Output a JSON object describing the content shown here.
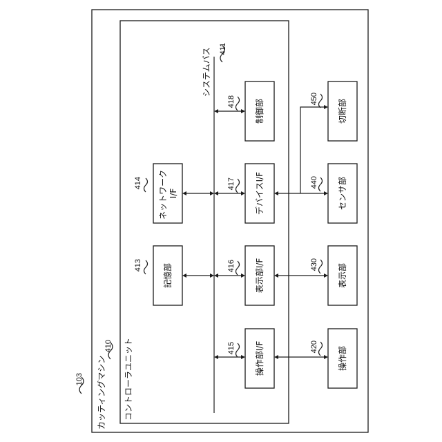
{
  "title": "",
  "machine": {
    "ref": "103",
    "label": "カッティングマシン"
  },
  "controller": {
    "ref": "410",
    "label": "コントローラユニット"
  },
  "bus": {
    "ref": "411",
    "label": "システムバス"
  },
  "blocks": {
    "storage": {
      "ref": "413",
      "label": "記憶部"
    },
    "network_if": {
      "ref": "414",
      "label_line1": "ネットワーク",
      "label_line2": "I/F"
    },
    "operation_if": {
      "ref": "415",
      "label": "操作部I/F"
    },
    "display_if": {
      "ref": "416",
      "label": "表示部I/F"
    },
    "device_if": {
      "ref": "417",
      "label": "デバイスI/F"
    },
    "control": {
      "ref": "418",
      "label": "制御部"
    },
    "operation": {
      "ref": "420",
      "label": "操作部"
    },
    "display": {
      "ref": "430",
      "label": "表示部"
    },
    "sensor": {
      "ref": "440",
      "label": "センサ部"
    },
    "cutter": {
      "ref": "450",
      "label": "切断部"
    }
  }
}
